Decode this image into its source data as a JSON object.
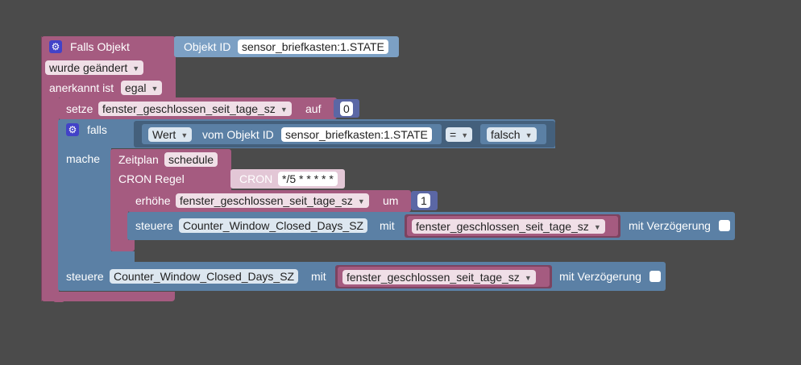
{
  "trigger": {
    "title": "Falls Objekt",
    "object_id_label": "Objekt ID",
    "object_id_value": "sensor_briefkasten:1.STATE",
    "change_option": "wurde geändert",
    "ack_label": "anerkannt ist",
    "ack_value": "egal"
  },
  "set_block": {
    "label": "setze",
    "variable": "fenster_geschlossen_seit_tage_sz",
    "to_label": "auf",
    "value": "0"
  },
  "if_block": {
    "if_label": "falls",
    "do_label": "mache",
    "value_option": "Wert",
    "from_object_label": "vom Objekt ID",
    "object_id": "sensor_briefkasten:1.STATE",
    "operator": "=",
    "compare_value": "falsch"
  },
  "schedule_block": {
    "label": "Zeitplan",
    "name": "schedule",
    "cron_rule_label": "CRON Regel",
    "cron_label": "CRON",
    "cron_value": "*/5 * * * * *"
  },
  "increment_block": {
    "label": "erhöhe",
    "variable": "fenster_geschlossen_seit_tage_sz",
    "by_label": "um",
    "value": "1"
  },
  "control_inner": {
    "label": "steuere",
    "target": "Counter_Window_Closed_Days_SZ",
    "with_label": "mit",
    "variable": "fenster_geschlossen_seit_tage_sz",
    "delay_label": "mit Verzögerung"
  },
  "control_outer": {
    "label": "steuere",
    "target": "Counter_Window_Closed_Days_SZ",
    "with_label": "mit",
    "variable": "fenster_geschlossen_seit_tage_sz",
    "delay_label": "mit Verzögerung"
  },
  "icons": [
    "gear-icon",
    "dropdown-arrow-icon",
    "checkbox-icon"
  ],
  "colors": {
    "background": "#4b4b4b",
    "trigger_pink": "#a55b80",
    "logic_blue": "#5b80a5",
    "value_indigo": "#5b67a5",
    "object_light_blue": "#7ca0c4"
  }
}
